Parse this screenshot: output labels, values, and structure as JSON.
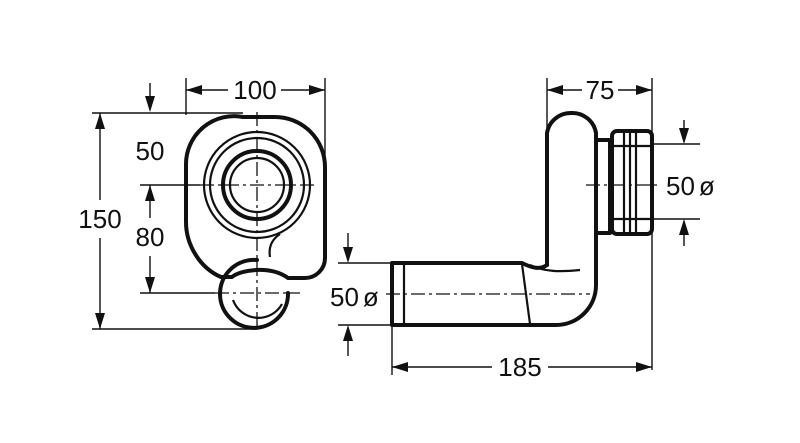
{
  "labels": {
    "width_front": "100",
    "pipe_dia_front": "50",
    "height_total": "150",
    "center_distance": "80",
    "width_side": "75",
    "outlet_dia_side": "50",
    "inlet_dia_side": "50",
    "length_side": "185",
    "diameter_symbol": "ø"
  }
}
